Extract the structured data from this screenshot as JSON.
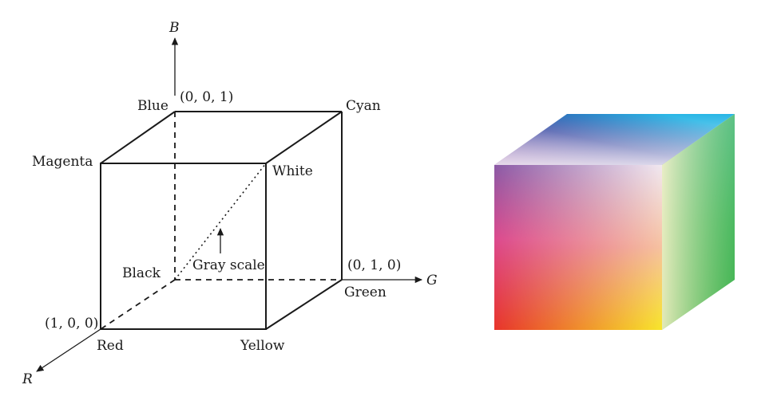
{
  "diagram": {
    "axes": {
      "r": "R",
      "g": "G",
      "b": "B"
    },
    "vertices": {
      "black": "Black",
      "red": "Red",
      "green": "Green",
      "blue": "Blue",
      "yellow": "Yellow",
      "cyan": "Cyan",
      "magenta": "Magenta",
      "white": "White"
    },
    "coordinates": {
      "red": "(1, 0, 0)",
      "green": "(0, 1, 0)",
      "blue": "(0, 0, 1)"
    },
    "gray_scale": "Gray scale"
  },
  "colors": {
    "black": "#000000",
    "red": "#e8342a",
    "green": "#2aaa46",
    "blue": "#1a3fa8",
    "yellow": "#f7e62a",
    "cyan": "#1ec6e8",
    "magenta": "#b04a98",
    "white": "#ffffff"
  }
}
